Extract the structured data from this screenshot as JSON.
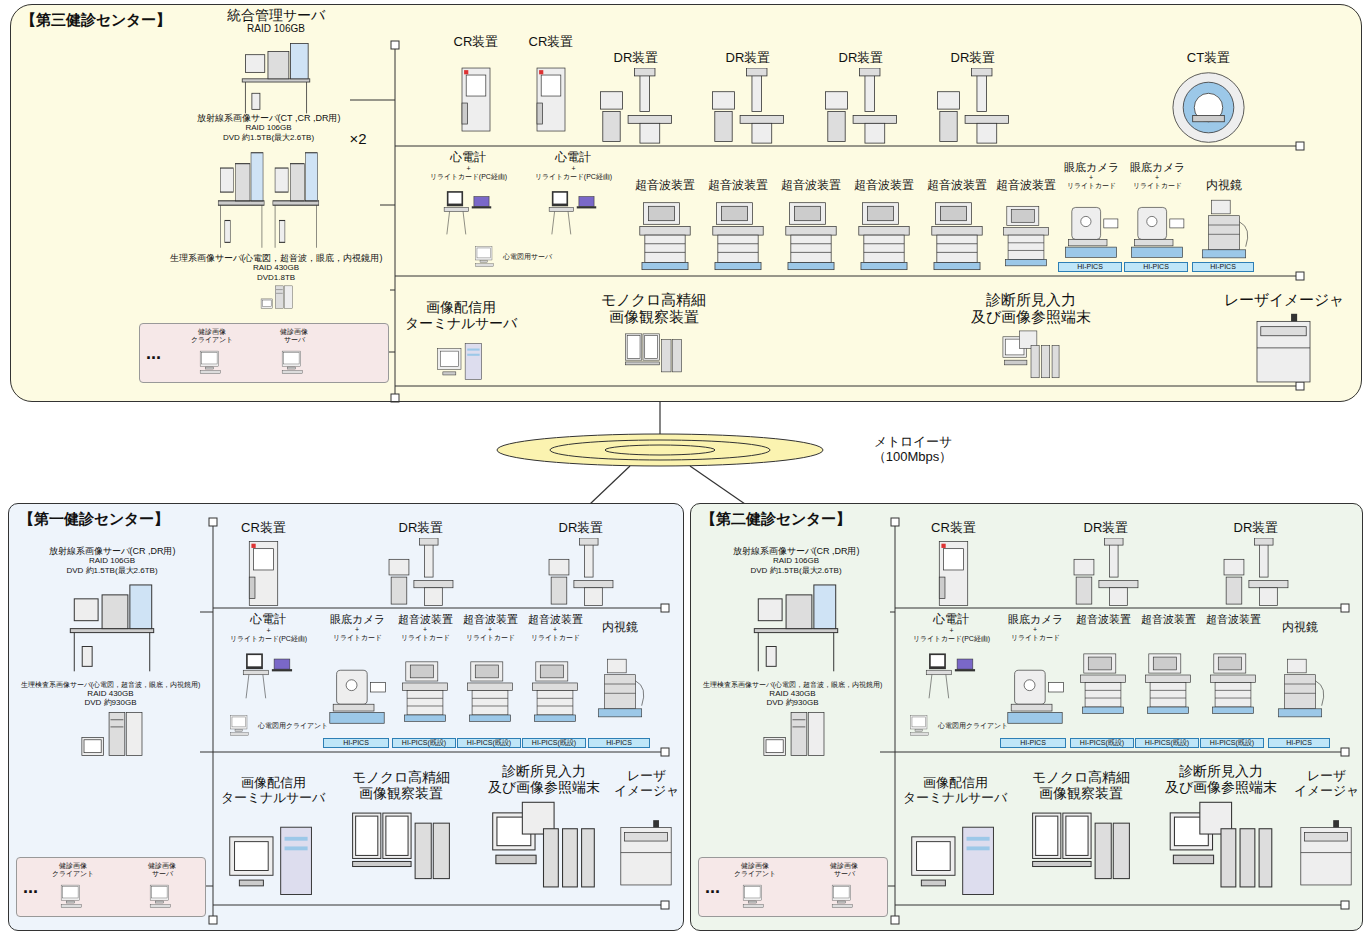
{
  "diagram": {
    "nodes": [
      {
        "text": [
          "【第三健診センター】"
        ]
      },
      {
        "text": [
          "統合管理サーバ",
          "RAID 106GB"
        ],
        "in": 0
      },
      {
        "text": [
          "放射線系画像サーバ(CT ,CR ,DR用)",
          "RAID 106GB",
          "DVD 約1.5TB(最大2.6TB)"
        ],
        "in": 0
      },
      {
        "text": [
          "生理系画像サーバ(心電図，超音波，眼底，内視鏡用)",
          "RAID 430GB",
          "DVD1.8TB"
        ],
        "in": 0
      },
      {
        "text": [
          "..."
        ],
        "in": 0
      },
      {
        "text": [
          "健診画像 クライアント"
        ],
        "in": 4
      },
      {
        "text": [
          "健診画像 サーバ"
        ],
        "in": 4
      },
      {
        "text": [
          "CR装置"
        ],
        "in": 0
      },
      {
        "text": [
          "CR装置"
        ],
        "in": 0
      },
      {
        "text": [
          "DR装置"
        ],
        "in": 0
      },
      {
        "text": [
          "DR装置"
        ],
        "in": 0
      },
      {
        "text": [
          "DR装置"
        ],
        "in": 0
      },
      {
        "text": [
          "DR装置"
        ],
        "in": 0
      },
      {
        "text": [
          "CT装置"
        ],
        "in": 0
      },
      {
        "text": [
          "心電計",
          "+",
          "リライトカード(PC経由)"
        ],
        "in": 0
      },
      {
        "text": [
          "心電計",
          "+",
          "リライトカード(PC経由)"
        ],
        "in": 0
      },
      {
        "text": [
          "心電図用サーバ"
        ],
        "in": 0
      },
      {
        "text": [
          "超音波装置"
        ],
        "in": 0
      },
      {
        "text": [
          "超音波装置"
        ],
        "in": 0
      },
      {
        "text": [
          "超音波装置"
        ],
        "in": 0
      },
      {
        "text": [
          "超音波装置"
        ],
        "in": 0
      },
      {
        "text": [
          "超音波装置"
        ],
        "in": 0
      },
      {
        "text": [
          "超音波装置"
        ],
        "in": 0
      },
      {
        "text": [
          "眼底カメラ",
          "+",
          "リライトカード"
        ],
        "in": 0
      },
      {
        "text": [
          "眼底カメラ",
          "+",
          "リライトカード"
        ],
        "in": 0
      },
      {
        "text": [
          "内視鏡"
        ],
        "in": 0
      },
      {
        "text": [
          "画像配信用 ターミナルサーバ"
        ],
        "in": 0
      },
      {
        "text": [
          "モノクロ高精細 画像観察装置"
        ],
        "in": 0
      },
      {
        "text": [
          "診断所見入力 及び画像参照端末"
        ],
        "in": 0
      },
      {
        "text": [
          "レーザイメージャ"
        ],
        "in": 0
      },
      {
        "text": [
          "メトロイーサ（100Mbps）"
        ]
      },
      {
        "text": [
          "【第一健診センター】"
        ]
      },
      {
        "text": [
          "放射線系画像サーバ(CR ,DR用)",
          "RAID 106GB",
          "DVD 約1.5TB(最大2.6TB)"
        ],
        "in": 31
      },
      {
        "text": [
          "生理検査系画像サーバ(心電図，超音波，眼底，内視鏡用)",
          "RAID 430GB",
          "DVD 約930GB"
        ],
        "in": 31
      },
      {
        "text": [
          "..."
        ],
        "in": 31
      },
      {
        "text": [
          "健診画像 クライアント"
        ],
        "in": 34
      },
      {
        "text": [
          "健診画像 サーバ"
        ],
        "in": 34
      },
      {
        "text": [
          "CR装置"
        ],
        "in": 31
      },
      {
        "text": [
          "DR装置"
        ],
        "in": 31
      },
      {
        "text": [
          "DR装置"
        ],
        "in": 31
      },
      {
        "text": [
          "心電計",
          "+",
          "リライトカード(PC経由)"
        ],
        "in": 31
      },
      {
        "text": [
          "心電図用クライアント"
        ],
        "in": 31
      },
      {
        "text": [
          "眼底カメラ",
          "+",
          "リライトカード"
        ],
        "in": 31
      },
      {
        "text": [
          "超音波装置",
          "+",
          "リライトカード"
        ],
        "in": 31
      },
      {
        "text": [
          "超音波装置",
          "+",
          "リライトカード"
        ],
        "in": 31
      },
      {
        "text": [
          "超音波装置",
          "+",
          "リライトカード"
        ],
        "in": 31
      },
      {
        "text": [
          "内視鏡"
        ],
        "in": 31
      },
      {
        "text": [
          "画像配信用 ターミナルサーバ"
        ],
        "in": 31
      },
      {
        "text": [
          "モノクロ高精細 画像観察装置"
        ],
        "in": 31
      },
      {
        "text": [
          "診断所見入力 及び画像参照端末"
        ],
        "in": 31
      },
      {
        "text": [
          "レーザ イメージャ"
        ],
        "in": 31
      },
      {
        "text": [
          "【第二健診センター】"
        ]
      },
      {
        "text": [
          "放射線系画像サーバ(CR ,DR用)",
          "RAID 106GB",
          "DVD 約1.5TB(最大2.6TB)"
        ],
        "in": 51
      },
      {
        "text": [
          "生理検査系画像サーバ(心電図，超音波，眼底，内視鏡用)",
          "RAID 430GB",
          "DVD 約930GB"
        ],
        "in": 51
      },
      {
        "text": [
          "..."
        ],
        "in": 51
      },
      {
        "text": [
          "健診画像 クライアント"
        ],
        "in": 54
      },
      {
        "text": [
          "健診画像 サーバ"
        ],
        "in": 54
      },
      {
        "text": [
          "CR装置"
        ],
        "in": 51
      },
      {
        "text": [
          "DR装置"
        ],
        "in": 51
      },
      {
        "text": [
          "DR装置"
        ],
        "in": 51
      },
      {
        "text": [
          "心電計",
          "+",
          "リライトカード(PC経由)"
        ],
        "in": 51
      },
      {
        "text": [
          "心電図用クライアント"
        ],
        "in": 51
      },
      {
        "text": [
          "眼底カメラ",
          "+",
          "リライトカード"
        ],
        "in": 51
      },
      {
        "text": [
          "超音波装置"
        ],
        "in": 51
      },
      {
        "text": [
          "超音波装置"
        ],
        "in": 51
      },
      {
        "text": [
          "超音波装置"
        ],
        "in": 51
      },
      {
        "text": [
          "内視鏡"
        ],
        "in": 51
      },
      {
        "text": [
          "画像配信用 ターミナルサーバ"
        ],
        "in": 51
      },
      {
        "text": [
          "モノクロ高精細 画像観察装置"
        ],
        "in": 51
      },
      {
        "text": [
          "診断所見入力 及び画像参照端末"
        ],
        "in": 51
      },
      {
        "text": [
          "レーザ イメージャ"
        ],
        "in": 51
      }
    ],
    "edges": [
      {
        "from": 0,
        "to": 30,
        "arrow": "none"
      },
      {
        "from": 30,
        "to": 31,
        "arrow": "none"
      },
      {
        "from": 30,
        "to": 51,
        "arrow": "none"
      }
    ],
    "labels": [
      "×2",
      "HI-PICS",
      "HI-PICS",
      "HI-PICS",
      "HI-PICS",
      "HI-PICS(既設)",
      "HI-PICS(既設)",
      "HI-PICS(既設)",
      "HI-PICS",
      "HI-PICS",
      "HI-PICS(既設)",
      "HI-PICS(既設)",
      "HI-PICS(既設)",
      "HI-PICS"
    ]
  }
}
